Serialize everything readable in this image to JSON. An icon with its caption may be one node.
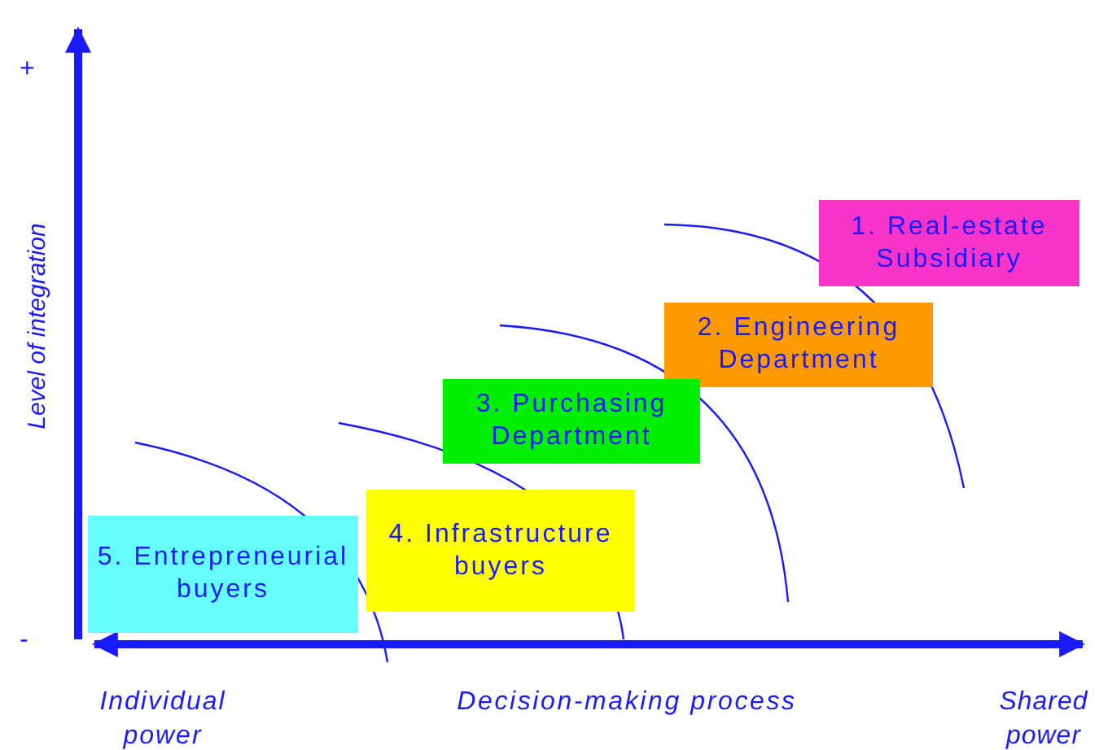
{
  "diagram": {
    "nodes": [
      {
        "text": [
          "1. Real-estate Subsidiary"
        ]
      },
      {
        "text": [
          "2. Engineering Department"
        ]
      },
      {
        "text": [
          "3. Purchasing Department"
        ]
      },
      {
        "text": [
          "4. Infrastructure buyers"
        ]
      },
      {
        "text": [
          "5. Entrepreneurial buyers"
        ]
      }
    ],
    "edges": [],
    "labels": [
      "+",
      "Level of integration",
      "-",
      "Individual power",
      "Decision-making process",
      "Shared power"
    ]
  }
}
